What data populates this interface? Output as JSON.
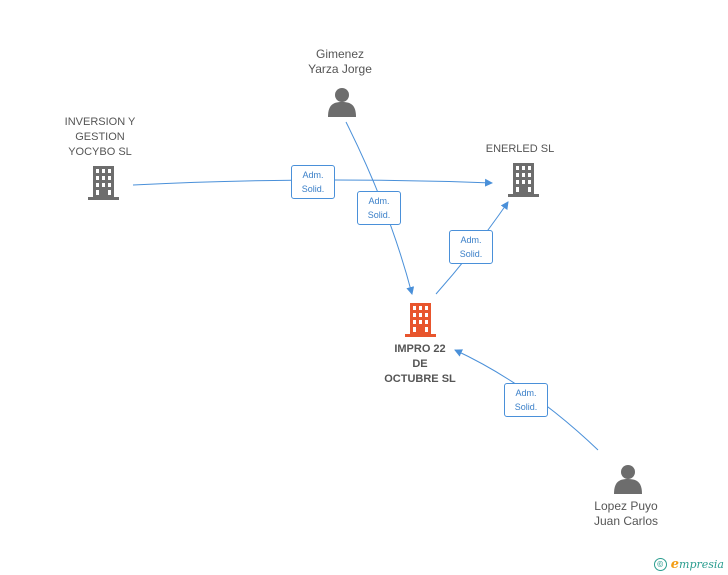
{
  "nodes": {
    "inversion": {
      "lines": [
        "INVERSION Y",
        "GESTION",
        "YOCYBO  SL"
      ],
      "type": "company"
    },
    "gimenez": {
      "lines": [
        "Gimenez",
        "Yarza Jorge"
      ],
      "type": "person"
    },
    "enerled": {
      "lines": [
        "ENERLED SL"
      ],
      "type": "company"
    },
    "impro": {
      "lines": [
        "IMPRO 22",
        "DE",
        "OCTUBRE SL"
      ],
      "type": "company-main"
    },
    "lopez": {
      "lines": [
        "Lopez Puyo",
        "Juan Carlos"
      ],
      "type": "person"
    }
  },
  "edges": [
    {
      "from": "inversion",
      "to": "enerled",
      "label": [
        "Adm.",
        "Solid."
      ]
    },
    {
      "from": "gimenez",
      "to": "impro",
      "label": [
        "Adm.",
        "Solid."
      ]
    },
    {
      "from": "impro",
      "to": "enerled",
      "label": [
        "Adm.",
        "Solid."
      ]
    },
    {
      "from": "lopez",
      "to": "impro",
      "label": [
        "Adm.",
        "Solid."
      ]
    }
  ],
  "colors": {
    "edge": "#4a90d9",
    "icon_gray": "#6d6d6d",
    "icon_main": "#e8552d"
  },
  "footer": {
    "copyright": "©",
    "brand": "mpresia",
    "brand_initial": "e"
  }
}
